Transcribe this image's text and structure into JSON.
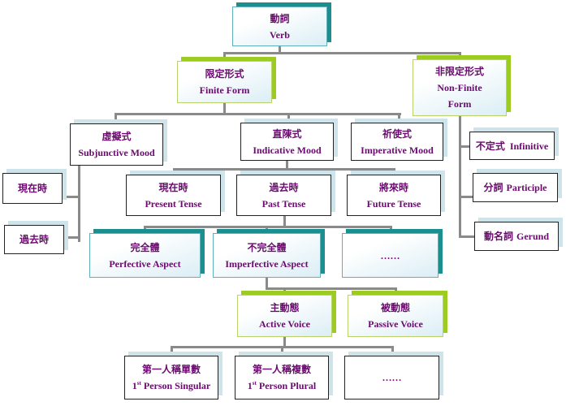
{
  "verb": {
    "zh": "動詞",
    "en": "Verb"
  },
  "finite": {
    "zh": "限定形式",
    "en": "Finite Form"
  },
  "non_finite": {
    "zh": "非限定形式",
    "en": "Non-Finite Form"
  },
  "moods": [
    {
      "zh": "虛擬式",
      "en": "Subjunctive Mood"
    },
    {
      "zh": "直陳式",
      "en": "Indicative Mood"
    },
    {
      "zh": "祈使式",
      "en": "Imperative Mood"
    }
  ],
  "subjunctive_tenses": [
    "現在時",
    "過去時"
  ],
  "non_finite_items": [
    {
      "zh": "不定式",
      "en": "Infinitive"
    },
    {
      "zh": "分詞",
      "en": "Participle"
    },
    {
      "zh": "動名詞",
      "en": "Gerund"
    }
  ],
  "tenses": [
    {
      "zh": "現在時",
      "en": "Present Tense"
    },
    {
      "zh": "過去時",
      "en": "Past Tense"
    },
    {
      "zh": "將來時",
      "en": "Future Tense"
    }
  ],
  "aspects": [
    {
      "zh": "完全體",
      "en": "Perfective Aspect"
    },
    {
      "zh": "不完全體",
      "en": "Imperfective Aspect"
    },
    {
      "zh": "……",
      "en": ""
    }
  ],
  "voices": [
    {
      "zh": "主動態",
      "en": "Active Voice"
    },
    {
      "zh": "被動態",
      "en": "Passive Voice"
    }
  ],
  "persons": [
    {
      "zh": "第一人稱單數",
      "num": "1",
      "sup": "st",
      "en": "Person Singular"
    },
    {
      "zh": "第一人稱複數",
      "num": "1",
      "sup": "st",
      "en": "Person Plural"
    },
    {
      "zh": "……"
    }
  ]
}
